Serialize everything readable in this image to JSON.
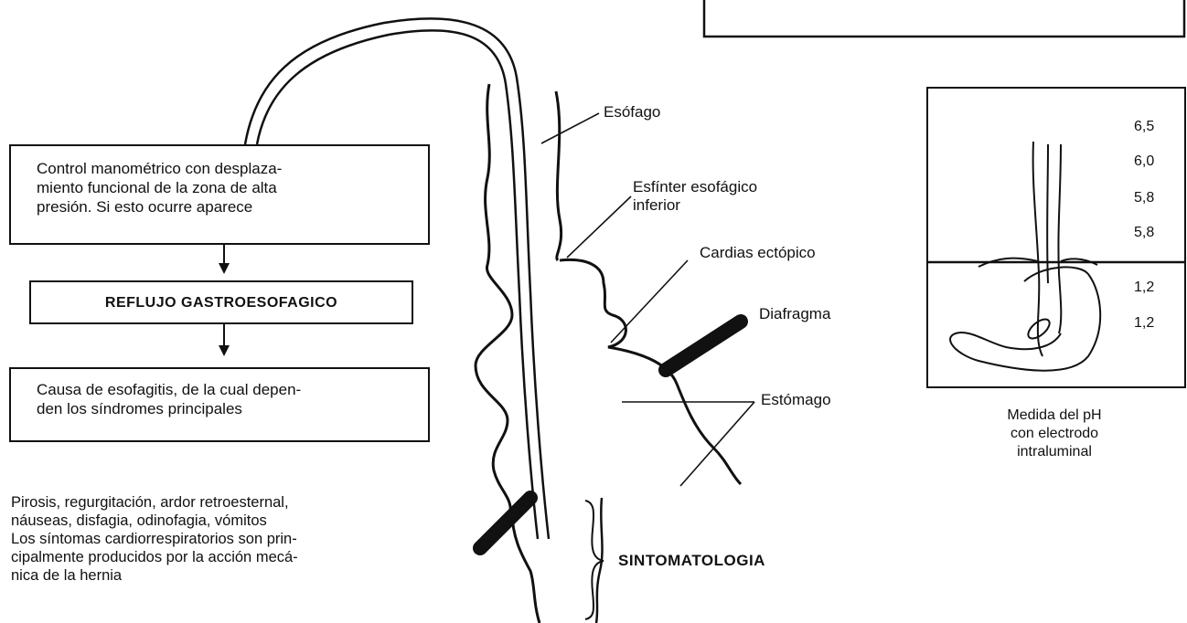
{
  "flow": {
    "box1": [
      "Control manométrico con desplaza-",
      "miento funcional de la zona de alta",
      "presión. Si esto ocurre aparece"
    ],
    "box2": "REFLUJO GASTROESOFAGICO",
    "box3": [
      "Causa de esofagitis, de la cual depen-",
      "den los síndromes principales"
    ]
  },
  "symptoms": [
    "Pirosis, regurgitación, ardor retroesternal,",
    "náuseas, disfagia, odinofagia, vómitos",
    "Los síntomas cardiorrespiratorios son prin-",
    "cipalmente producidos por la acción mecá-",
    "nica de la hernia"
  ],
  "anatomy_labels": {
    "esofago": "Esófago",
    "esfinter": [
      "Esfínter esofágico",
      "inferior"
    ],
    "cardias": "Cardias ectópico",
    "diafragma": "Diafragma",
    "estomago": "Estómago",
    "sintomatologia": "SINTOMATOLOGIA"
  },
  "ph_panel": {
    "values": [
      "6,5",
      "6,0",
      "5,8",
      "5,8",
      "1,2",
      "1,2"
    ],
    "caption": [
      "Medida del pH",
      "con electrodo",
      "intraluminal"
    ]
  }
}
